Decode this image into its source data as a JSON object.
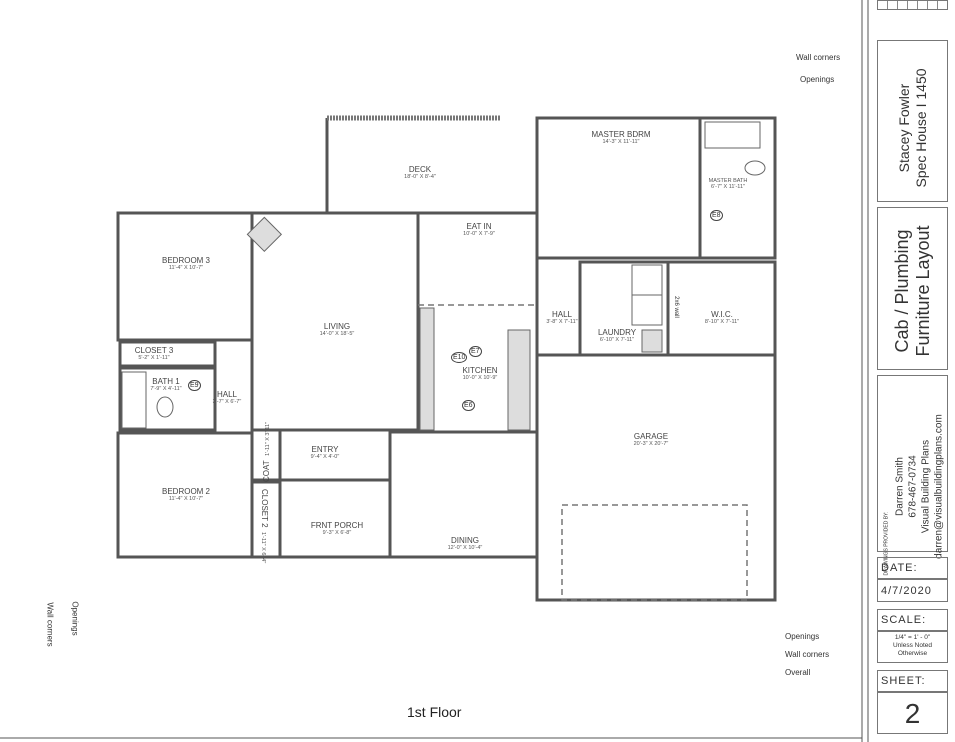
{
  "rooms": [
    {
      "name": "BEDROOM 3",
      "dim": "11'-4\" X 10'-7\""
    },
    {
      "name": "CLOSET 3",
      "dim": "5'-2\" X 1'-11\""
    },
    {
      "name": "BATH 1",
      "dim": "7'-9\" X 4'-11\""
    },
    {
      "name": "HALL",
      "dim": "3'-7\" X 6'-7\""
    },
    {
      "name": "BEDROOM 2",
      "dim": "11'-4\" X 10'-7\""
    },
    {
      "name": "LIVING",
      "dim": "14'-0\" X 18'-5\""
    },
    {
      "name": "DECK",
      "dim": "18'-0\" X 8'-4\""
    },
    {
      "name": "EAT IN",
      "dim": "10'-0\" X 7'-9\""
    },
    {
      "name": "KITCHEN",
      "dim": "10'-0\" X 10'-9\""
    },
    {
      "name": "MASTER BDRM",
      "dim": "14'-3\" X 11'-11\""
    },
    {
      "name": "MASTER BATH",
      "dim": "6'-7\" X 11'-11\""
    },
    {
      "name": "HALL",
      "dim": "3'-8\" X 7'-11\""
    },
    {
      "name": "LAUNDRY",
      "dim": "6'-10\" X 7'-11\""
    },
    {
      "name": "W.I.C.",
      "dim": "8'-10\" X 7'-11\""
    },
    {
      "name": "GARAGE",
      "dim": "20'-3\" X 20'-7\""
    },
    {
      "name": "ENTRY",
      "dim": "9'-4\" X 4'-0\""
    },
    {
      "name": "FRNT PORCH",
      "dim": "9'-3\" X 6'-8\""
    },
    {
      "name": "DINING",
      "dim": "12'-0\" X 10'-4\""
    },
    {
      "name": "COAT",
      "dim": "1'-11\" X 3'-11\""
    },
    {
      "name": "CLOSET 2",
      "dim": "1'-11\" X 6'-4\""
    }
  ],
  "wall_note": "2x6 wall",
  "markers": [
    "E6",
    "E7",
    "E8",
    "E9",
    "E10"
  ],
  "notes": {
    "top_wall_corners": "Wall corners",
    "top_openings": "Openings",
    "br_openings": "Openings",
    "br_wall_corners": "Wall corners",
    "br_overall": "Overall",
    "left_openings": "Openings",
    "left_wall_corners": "Wall corners"
  },
  "floor_title": "1st Floor",
  "title_block": {
    "client": "Stacey Fowler",
    "project": "Spec House I 1450",
    "sheet_title_1": "Cab / Plumbing",
    "sheet_title_2": "Furniture Layout",
    "provided_by": "DRAWINGS PROVIDED BY:",
    "designer": "Darren Smith",
    "phone": "678-467-0734",
    "company": "Visual Building Plans",
    "email": "darren@visualbuildingplans.com",
    "date_label": "DATE:",
    "date": "4/7/2020",
    "scale_label": "SCALE:",
    "scale_1": "1/4\" = 1' - 0\"",
    "scale_2": "Unless Noted",
    "scale_3": "Otherwise",
    "sheet_label": "SHEET:",
    "sheet": "2"
  }
}
